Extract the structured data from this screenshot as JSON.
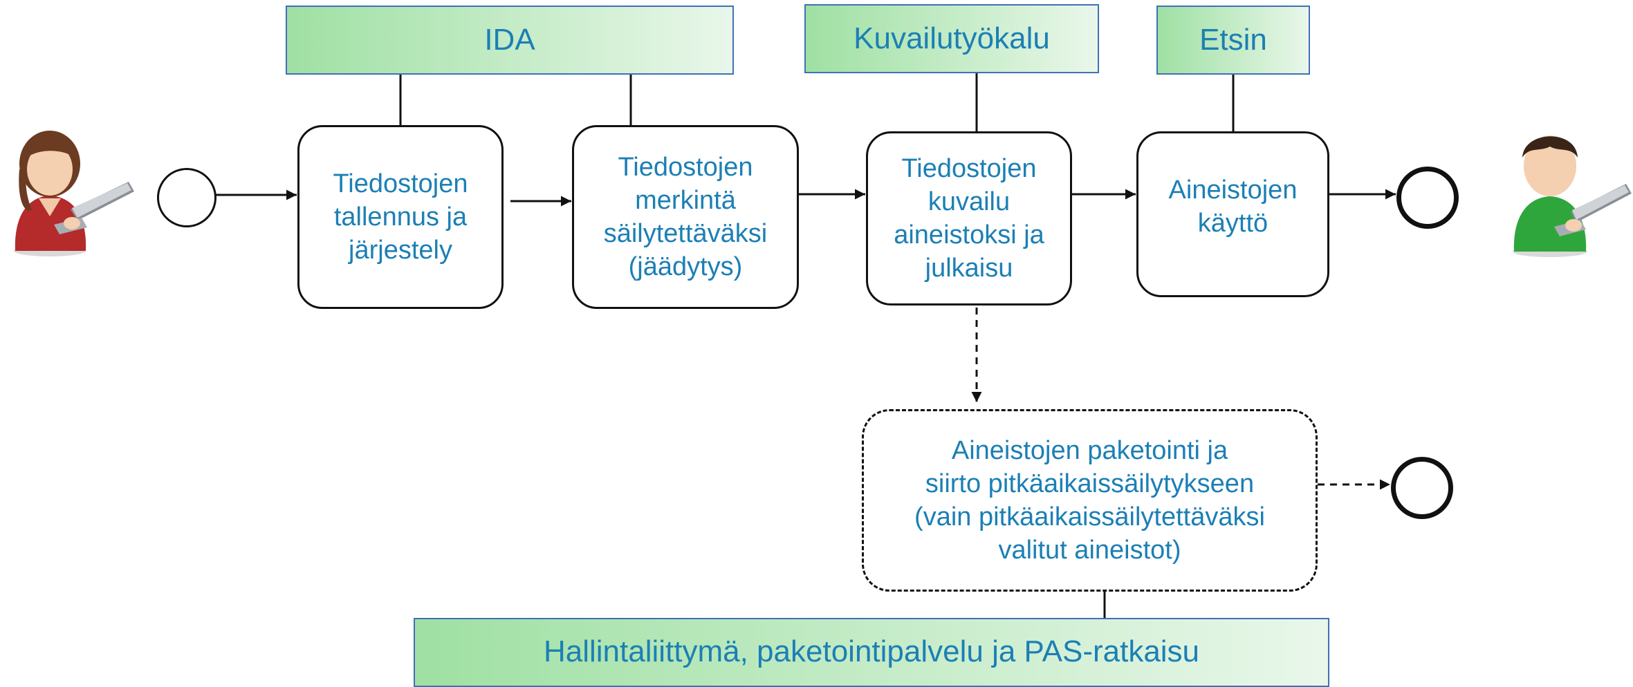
{
  "systems": {
    "ida": "IDA",
    "kuvailutyokalu": "Kuvailutyökalu",
    "etsin": "Etsin",
    "hallinta": "Hallintaliittymä, paketointipalvelu ja PAS-ratkaisu"
  },
  "steps": {
    "tallennus": "Tiedostojen\ntallennus ja\njärjestely",
    "merkinta": "Tiedostojen\nmerkintä\nsäilytettäväksi\n(jäädytys)",
    "kuvailu": "Tiedostojen\nkuvailu\naineistoksi ja\njulkaisu",
    "kaytto": "Aineistojen\nkäyttö",
    "paketointi": "Aineistojen paketointi ja\nsiirto pitkäaikaissäilytykseen\n(vain pitkäaikaissäilytettäväksi\nvalitut aineistot)"
  },
  "icons": {
    "left_user": "user-woman-laptop-icon",
    "right_user": "user-man-laptop-icon"
  },
  "colors": {
    "text": "#1c7fb5",
    "system_border": "#3f6fb8",
    "system_gradient_start": "#9fe0a3",
    "system_gradient_end": "#e9f7ea",
    "woman_shirt": "#b52a2a",
    "man_shirt": "#2fa63c"
  }
}
